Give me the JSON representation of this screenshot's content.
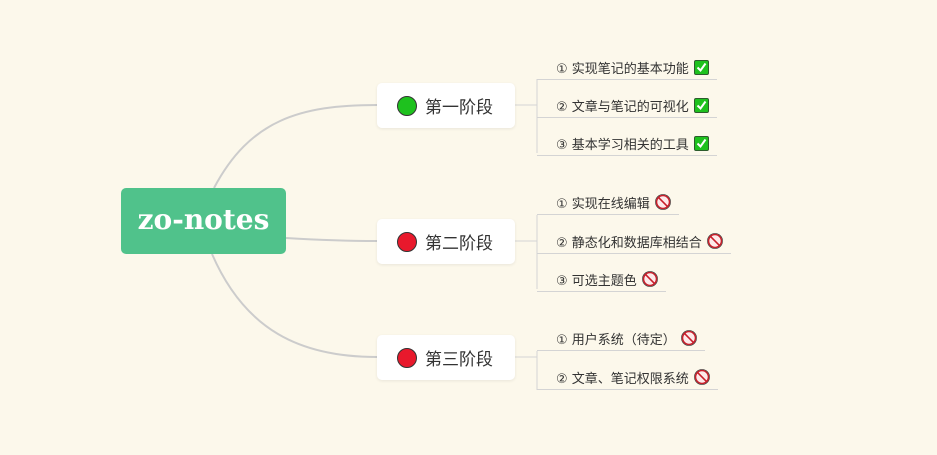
{
  "root": {
    "label": "zo-notes"
  },
  "colors": {
    "background": "#fcf8eb",
    "root_fill": "#50c28b",
    "done": "#1ec11e",
    "todo": "#e8192c",
    "link": "#cccccc"
  },
  "phases": [
    {
      "label": "第一阶段",
      "status": "done",
      "items": [
        {
          "label": "① 实现笔记的基本功能",
          "icon": "checkmark-icon"
        },
        {
          "label": "② 文章与笔记的可视化",
          "icon": "checkmark-icon"
        },
        {
          "label": "③ 基本学习相关的工具",
          "icon": "checkmark-icon"
        }
      ]
    },
    {
      "label": "第二阶段",
      "status": "todo",
      "items": [
        {
          "label": "① 实现在线编辑",
          "icon": "prohibited-icon"
        },
        {
          "label": "② 静态化和数据库相结合",
          "icon": "prohibited-icon"
        },
        {
          "label": "③ 可选主题色",
          "icon": "prohibited-icon"
        }
      ]
    },
    {
      "label": "第三阶段",
      "status": "todo",
      "items": [
        {
          "label": "① 用户系统（待定）",
          "icon": "prohibited-icon"
        },
        {
          "label": "② 文章、笔记权限系统",
          "icon": "prohibited-icon"
        }
      ]
    }
  ]
}
